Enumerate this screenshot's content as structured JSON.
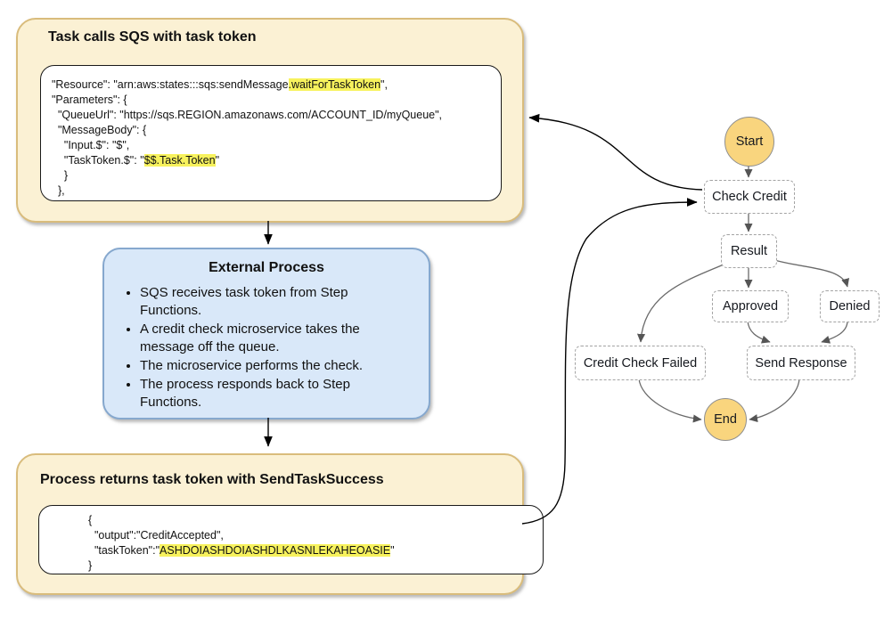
{
  "panels": {
    "task_calls": {
      "title": "Task calls SQS with task token",
      "code": [
        [
          {
            "t": "\"Resource\": \"arn:aws:states:::sqs:sendMessage"
          },
          {
            "t": ".waitForTaskToken",
            "h": true
          },
          {
            "t": "\","
          }
        ],
        [
          {
            "t": "\"Parameters\": {"
          }
        ],
        [
          {
            "t": "  \"QueueUrl\": \"https://sqs.REGION.amazonaws.com/ACCOUNT_ID/myQueue\","
          }
        ],
        [
          {
            "t": "  \"MessageBody\": {"
          }
        ],
        [
          {
            "t": "    \"Input.$\": \"$\","
          }
        ],
        [
          {
            "t": "    \"TaskToken.$\": \""
          },
          {
            "t": "$$.Task.Token",
            "h": true
          },
          {
            "t": "\""
          }
        ],
        [
          {
            "t": "    }"
          }
        ],
        [
          {
            "t": "  },"
          }
        ]
      ]
    },
    "external_process": {
      "title": "External Process",
      "bullets": [
        [
          "SQS receives task token from Step",
          "Functions."
        ],
        [
          "A credit check microservice takes the",
          "message off the queue."
        ],
        [
          "The microservice performs the check."
        ],
        [
          "The process responds back to Step",
          "Functions."
        ]
      ]
    },
    "send_task_success": {
      "title": "Process returns task token with SendTaskSuccess",
      "code": [
        [
          {
            "t": "{"
          }
        ],
        [
          {
            "t": "  \"output\":\"CreditAccepted\","
          }
        ],
        [
          {
            "t": "  \"taskToken\":\""
          },
          {
            "t": "ASHDOIASHDOIASHDLKASNLEKAHEOASIE",
            "h": true
          },
          {
            "t": "\""
          }
        ],
        [
          {
            "t": "}"
          }
        ]
      ]
    }
  },
  "flowchart": {
    "nodes": {
      "start": "Start",
      "check_credit": "Check Credit",
      "result": "Result",
      "approved": "Approved",
      "denied": "Denied",
      "credit_check_failed": "Credit Check Failed",
      "send_response": "Send Response",
      "end": "End"
    }
  },
  "colors": {
    "panel_tan_fill": "#FBF1D4",
    "panel_tan_border": "#D9BC7C",
    "panel_blue_fill": "#D9E8F9",
    "panel_blue_border": "#86A8CE",
    "highlight_yellow": "#F7F25D",
    "circle_orange": "#F9D57E",
    "edge_gray": "#6A6A6A",
    "edge_black": "#000000"
  }
}
